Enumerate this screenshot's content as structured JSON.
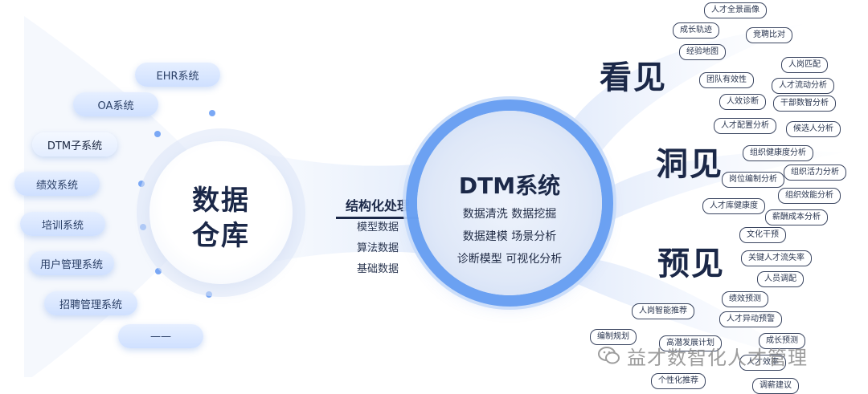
{
  "sources": [
    {
      "label": "EHR系统"
    },
    {
      "label": "OA系统"
    },
    {
      "label": "DTM子系统"
    },
    {
      "label": "绩效系统"
    },
    {
      "label": "培训系统"
    },
    {
      "label": "用户管理系统"
    },
    {
      "label": "招聘管理系统"
    },
    {
      "label": "——"
    }
  ],
  "warehouse": {
    "line1": "数据",
    "line2": "仓库"
  },
  "processing": {
    "title": "结构化处理",
    "items": [
      "模型数据",
      "算法数据",
      "基础数据"
    ]
  },
  "dtm": {
    "title": "DTM系统",
    "lines": [
      "数据清洗 数据挖掘",
      "数据建模 场景分析",
      "诊断模型 可视化分析"
    ]
  },
  "categories": {
    "see": "看见",
    "insight": "洞见",
    "foresee": "预见"
  },
  "tags": [
    "人才全景画像",
    "成长轨迹",
    "竞聘比对",
    "经验地图",
    "人岗匹配",
    "团队有效性",
    "人才流动分析",
    "人效诊断",
    "干部数智分析",
    "人才配置分析",
    "候选人分析",
    "组织健康度分析",
    "岗位编制分析",
    "组织活力分析",
    "组织效能分析",
    "人才库健康度",
    "薪酬成本分析",
    "文化干预",
    "关键人才流失率",
    "人员调配",
    "绩效预测",
    "人岗智能推荐",
    "人才异动预警",
    "编制规划",
    "高潜发展计划",
    "成长预测",
    "人才效率",
    "个性化推荐",
    "调薪建议"
  ],
  "watermark": "益才数智化人才管理",
  "colors": {
    "accent": "#5a96f0",
    "text": "#1b2848"
  }
}
